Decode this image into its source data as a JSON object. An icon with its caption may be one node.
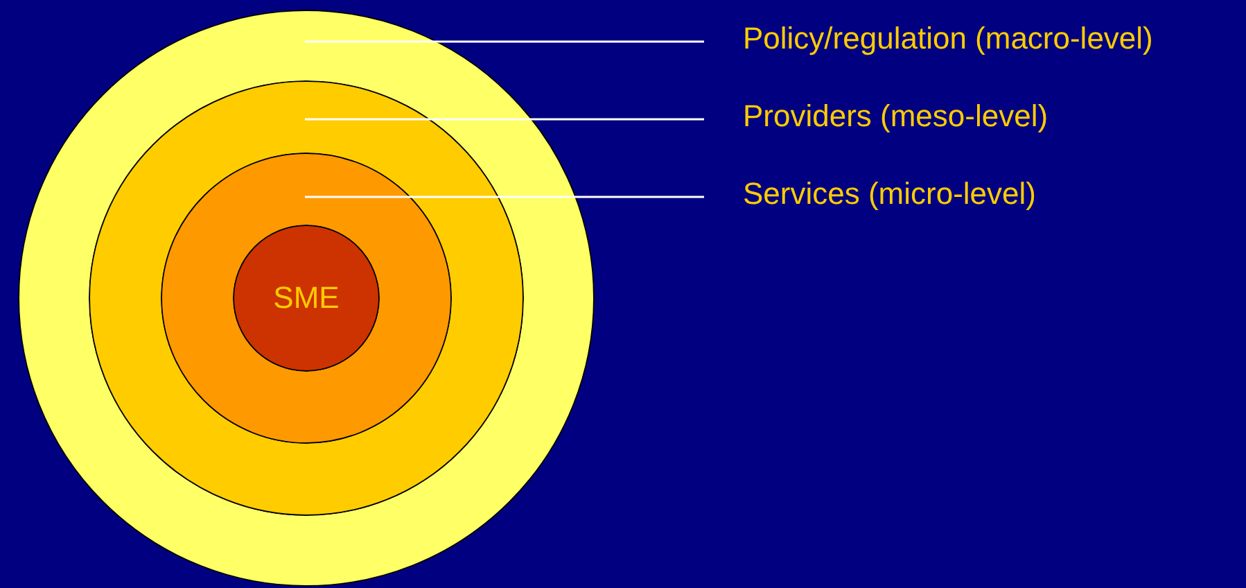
{
  "diagram": {
    "nodes": [
      {
        "text": [],
        "shape": "circle"
      },
      {
        "text": [],
        "shape": "circle",
        "in": 0
      },
      {
        "text": [],
        "shape": "circle",
        "in": 1
      },
      {
        "text": [
          "SME"
        ],
        "in": 2
      },
      {
        "text": [
          "Policy/regulation (macro-level)"
        ]
      },
      {
        "text": [
          "Providers (meso-level)"
        ]
      },
      {
        "text": [
          "Services (micro-level)"
        ]
      }
    ],
    "edges": [
      {
        "from": 4,
        "to": 0,
        "arrow": "none"
      },
      {
        "from": 5,
        "to": 1,
        "arrow": "none"
      },
      {
        "from": 6,
        "to": 2,
        "arrow": "none"
      }
    ]
  }
}
